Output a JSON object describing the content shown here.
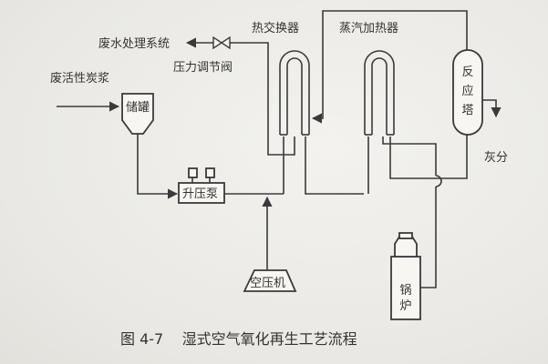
{
  "labels": {
    "wastewater": "废水处理系统",
    "pressure_valve": "压力调节阀",
    "heat_exchanger": "热交换器",
    "steam_heater": "蒸汽加热器",
    "reactor": "反应塔",
    "ash": "灰分",
    "spent_carbon": "废活性炭浆",
    "tank": "储罐",
    "pump": "升压泵",
    "compressor": "空压机",
    "boiler": "锅炉"
  },
  "caption": "图 4-7    湿式空气氧化再生工艺流程"
}
